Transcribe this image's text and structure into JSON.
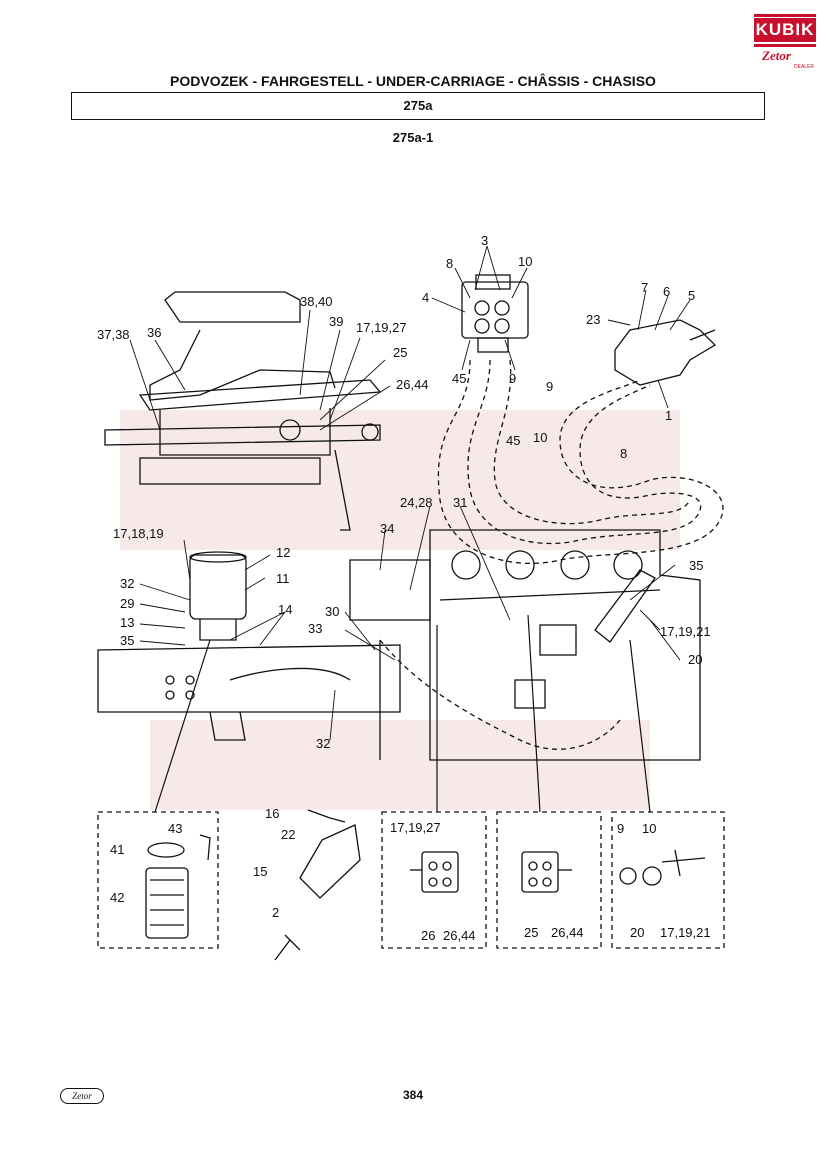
{
  "brand": {
    "logo_text": "KUBIK",
    "logo_subtext": "Zetor",
    "logo_tiny": "DEALER"
  },
  "header": {
    "title": "PODVOZEK - FAHRGESTELL - UNDER-CARRIAGE - CHÂSSIS - CHASISO",
    "group": "275a",
    "figure": "275a-1"
  },
  "callouts": [
    "3",
    "8",
    "10",
    "4",
    "45",
    "9",
    "7",
    "6",
    "5",
    "23",
    "1",
    "38,40",
    "39",
    "17,19,27",
    "37,38",
    "36",
    "25",
    "26,44",
    "9",
    "10",
    "45",
    "8",
    "34",
    "24,28",
    "31",
    "35",
    "17,19,21",
    "20",
    "17,18,19",
    "12",
    "11",
    "32",
    "29",
    "13",
    "14",
    "35",
    "30",
    "33",
    "32",
    "16",
    "43",
    "22",
    "41",
    "15",
    "42",
    "2",
    "17,19,27",
    "26",
    "26,44",
    "25",
    "26,44",
    "9",
    "10",
    "20",
    "17,19,21"
  ],
  "footer": {
    "logo_text": "Zetor",
    "page_number": "384"
  }
}
